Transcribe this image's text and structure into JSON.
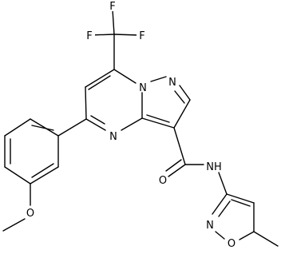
{
  "molecule": {
    "atoms": [
      {
        "id": "F1",
        "label": "F"
      },
      {
        "id": "F2",
        "label": "F"
      },
      {
        "id": "F3",
        "label": "F"
      },
      {
        "id": "N1",
        "label": "N"
      },
      {
        "id": "N2",
        "label": "N"
      },
      {
        "id": "N3",
        "label": "N"
      },
      {
        "id": "O1",
        "label": "O"
      },
      {
        "id": "NH",
        "label": "NH"
      },
      {
        "id": "O2",
        "label": "O"
      },
      {
        "id": "N4",
        "label": "N"
      },
      {
        "id": "O3",
        "label": "O"
      }
    ]
  }
}
